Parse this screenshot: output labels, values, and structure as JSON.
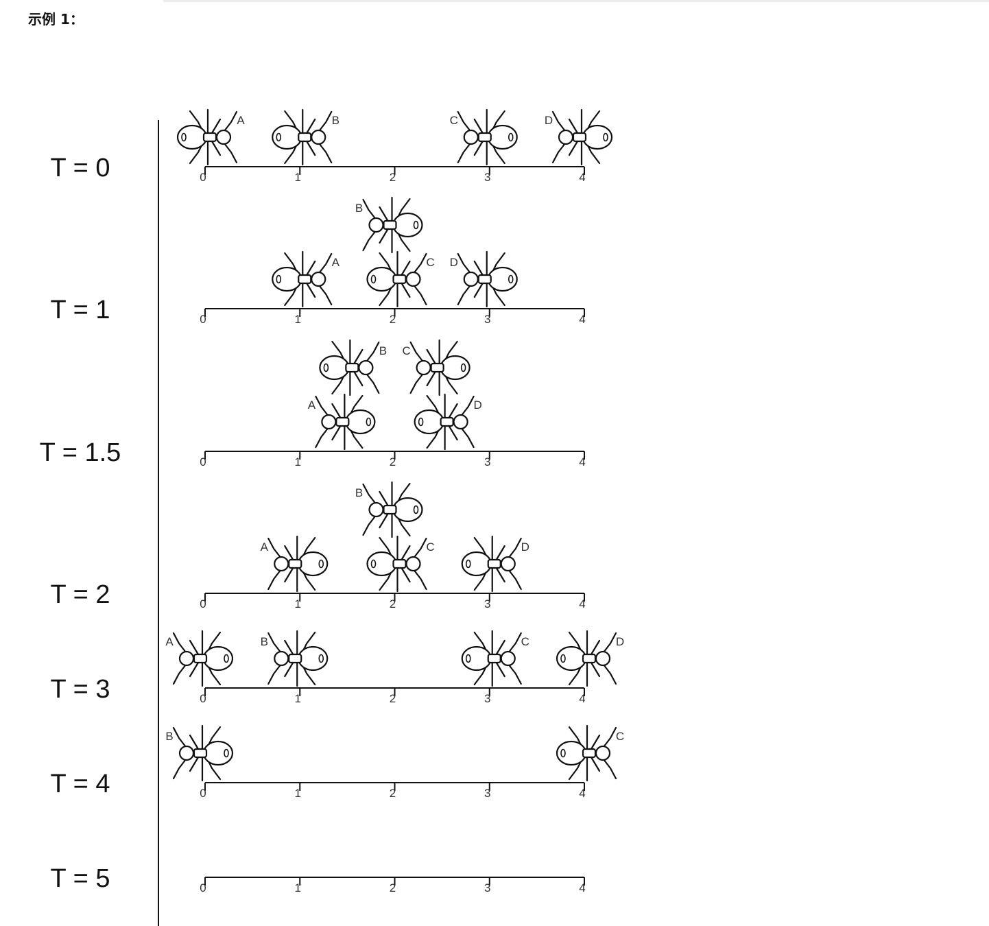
{
  "heading": "示例 1：",
  "axis": {
    "ticks": [
      "0",
      "1",
      "2",
      "3",
      "4"
    ]
  },
  "rows": [
    {
      "label": "T = 0",
      "ants": [
        {
          "name": "A",
          "pos": 0,
          "level": 0,
          "dir": "right"
        },
        {
          "name": "B",
          "pos": 1,
          "level": 0,
          "dir": "right"
        },
        {
          "name": "C",
          "pos": 3,
          "level": 0,
          "dir": "left"
        },
        {
          "name": "D",
          "pos": 4,
          "level": 0,
          "dir": "left"
        }
      ]
    },
    {
      "label": "T = 1",
      "ants": [
        {
          "name": "A",
          "pos": 1,
          "level": 0,
          "dir": "right"
        },
        {
          "name": "B",
          "pos": 2,
          "level": 1,
          "dir": "left"
        },
        {
          "name": "C",
          "pos": 2,
          "level": 0,
          "dir": "right"
        },
        {
          "name": "D",
          "pos": 3,
          "level": 0,
          "dir": "left"
        }
      ]
    },
    {
      "label": "T = 1.5",
      "ants": [
        {
          "name": "A",
          "pos": 1.5,
          "level": 0,
          "dir": "left"
        },
        {
          "name": "B",
          "pos": 1.5,
          "level": 1,
          "dir": "right"
        },
        {
          "name": "C",
          "pos": 2.5,
          "level": 1,
          "dir": "left"
        },
        {
          "name": "D",
          "pos": 2.5,
          "level": 0,
          "dir": "right"
        }
      ]
    },
    {
      "label": "T = 2",
      "ants": [
        {
          "name": "A",
          "pos": 1,
          "level": 0,
          "dir": "left"
        },
        {
          "name": "B",
          "pos": 2,
          "level": 1,
          "dir": "left"
        },
        {
          "name": "C",
          "pos": 2,
          "level": 0,
          "dir": "right"
        },
        {
          "name": "D",
          "pos": 3,
          "level": 0,
          "dir": "right"
        }
      ]
    },
    {
      "label": "T = 3",
      "ants": [
        {
          "name": "A",
          "pos": 0,
          "level": 0,
          "dir": "left"
        },
        {
          "name": "B",
          "pos": 1,
          "level": 0,
          "dir": "left"
        },
        {
          "name": "C",
          "pos": 3,
          "level": 0,
          "dir": "right"
        },
        {
          "name": "D",
          "pos": 4,
          "level": 0,
          "dir": "right"
        }
      ]
    },
    {
      "label": "T = 4",
      "ants": [
        {
          "name": "B",
          "pos": 0,
          "level": 0,
          "dir": "left"
        },
        {
          "name": "C",
          "pos": 4,
          "level": 0,
          "dir": "right"
        }
      ]
    },
    {
      "label": "T = 5",
      "ants": []
    }
  ]
}
